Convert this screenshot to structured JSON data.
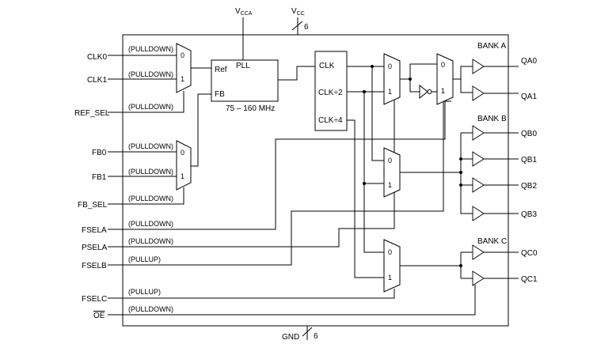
{
  "inputs": {
    "clk0": "CLK0",
    "clk1": "CLK1",
    "ref_sel": "REF_SEL",
    "fb0": "FB0",
    "fb1": "FB1",
    "fb_sel": "FB_SEL",
    "fsela": "FSELA",
    "psela": "PSELA",
    "fselb": "FSELB",
    "fselc": "FSELC",
    "oe": "OE"
  },
  "input_notes": {
    "clk0": "(PULLDOWN)",
    "clk1": "(PULLDOWN)",
    "ref_sel": "(PULLDOWN)",
    "fb0": "(PULLDOWN)",
    "fb1": "(PULLDOWN)",
    "fb_sel": "(PULLDOWN)",
    "fsela": "(PULLDOWN)",
    "psela": "(PULLDOWN)",
    "fselb": "(PULLUP)",
    "fselc": "(PULLUP)",
    "oe": "(PULLDOWN)"
  },
  "power": {
    "vcca_main": "V",
    "vcca_sub": "CCA",
    "vcc_main": "V",
    "vcc_sub": "CC",
    "vcc_count": "6",
    "gnd": "GND",
    "gnd_count": "6"
  },
  "pll": {
    "title": "PLL",
    "ref_label": "Ref",
    "fb_label": "FB",
    "range": "75 – 160 MHz"
  },
  "divider": {
    "clk": "CLK",
    "clk_div2": "CLK÷2",
    "clk_div4": "CLK÷4"
  },
  "mux": {
    "zero": "0",
    "one": "1"
  },
  "banks": {
    "a": "BANK A",
    "b": "BANK B",
    "c": "BANK C"
  },
  "outputs": {
    "qa0": "QA0",
    "qa1": "QA1",
    "qb0": "QB0",
    "qb1": "QB1",
    "qb2": "QB2",
    "qb3": "QB3",
    "qc0": "QC0",
    "qc1": "QC1"
  }
}
